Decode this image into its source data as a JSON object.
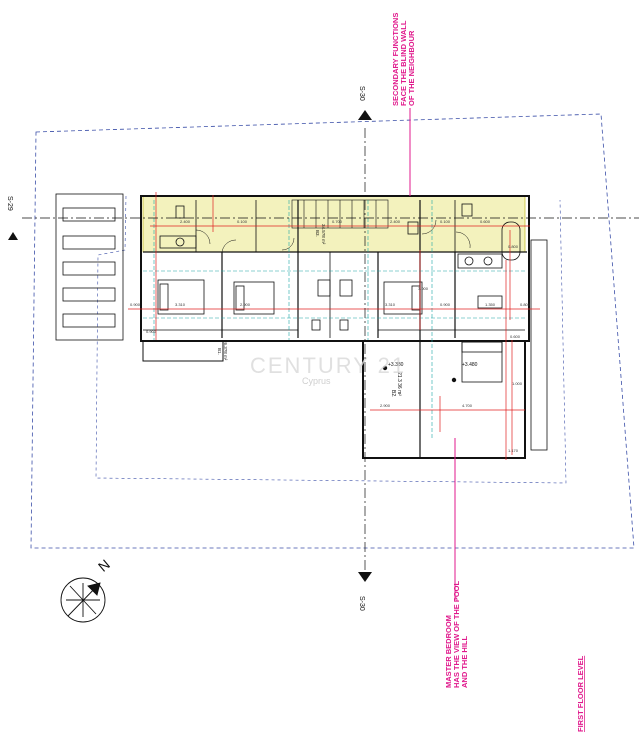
{
  "annotations": {
    "secondary_functions": [
      "SECONDARY FUNCTIONS",
      "FACE THE BLIND WALL",
      "OF THE NEIGHBOUR"
    ],
    "master_bedroom": [
      "MASTER BEDROOM",
      "HAS THE VIEW OF THE POOL",
      "AND THE HILL"
    ],
    "level_title": "FIRST FLOOR LEVEL"
  },
  "sections": {
    "s30_top": "S-30",
    "s30_bottom": "S-30",
    "s29": "S-29"
  },
  "north_label": "N",
  "watermark": {
    "brand": "CENTURY 21",
    "sub": "Cyprus"
  },
  "rooms": [
    {
      "id": "B2",
      "code": "B2.",
      "area": "21.3 36 m²"
    },
    {
      "id": "B3",
      "code": "B3.",
      "area": "34.5?8 m²"
    },
    {
      "id": "B1",
      "code": "B1.",
      "area": "26.3?8 m²"
    }
  ],
  "levels": [
    "+3.380",
    "+3.480"
  ],
  "dimensions": {
    "top": [
      "2.400",
      "0.100",
      "0.700",
      "2.400",
      "0.100",
      "0.600"
    ],
    "middle": [
      "0.900",
      "3.310",
      "2.900",
      "3.310",
      "0.900",
      "1.350",
      "0.800"
    ],
    "lower": [
      "2.900",
      "4.700",
      "1.000"
    ],
    "side": [
      "0.900",
      "0.600",
      "1.170",
      "0.800",
      "3.000"
    ]
  },
  "colors": {
    "annotation": "#e0198c",
    "dimension": "#e02020",
    "grid": "#1aa6a6",
    "zone": "#f3f2bd",
    "plot": "#3b4fa8"
  }
}
